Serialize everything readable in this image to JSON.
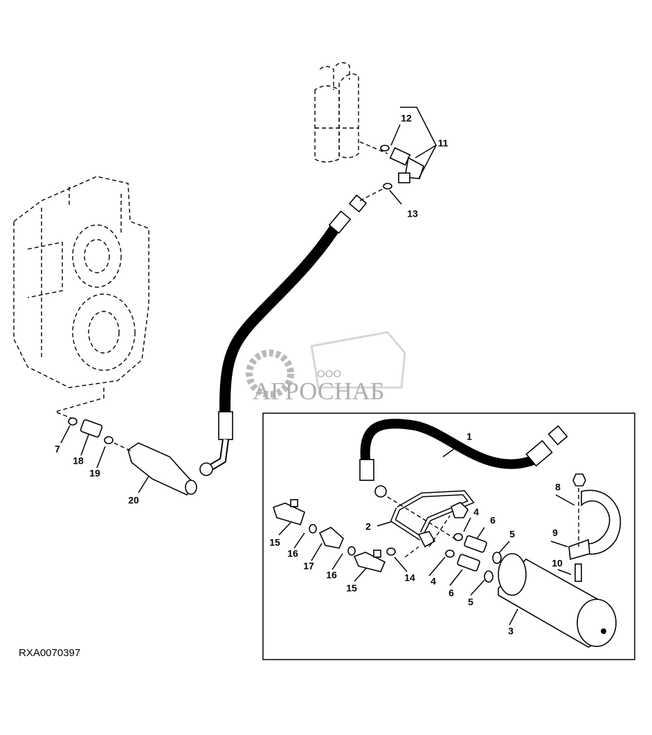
{
  "drawing_id": "RXA0070397",
  "watermark": {
    "prefix": "ООО",
    "brand": "АГРОСНАБ"
  },
  "callouts": {
    "c12": "12",
    "c11": "11",
    "c13": "13",
    "c7": "7",
    "c18": "18",
    "c19": "19",
    "c20": "20",
    "c1": "1",
    "c8": "8",
    "c4a": "4",
    "c2": "2",
    "c6a": "6",
    "c5a": "5",
    "c9": "9",
    "c15a": "15",
    "c16a": "16",
    "c17": "17",
    "c16b": "16",
    "c14": "14",
    "c10": "10",
    "c4b": "4",
    "c15b": "15",
    "c6b": "6",
    "c5b": "5",
    "c3": "3"
  }
}
